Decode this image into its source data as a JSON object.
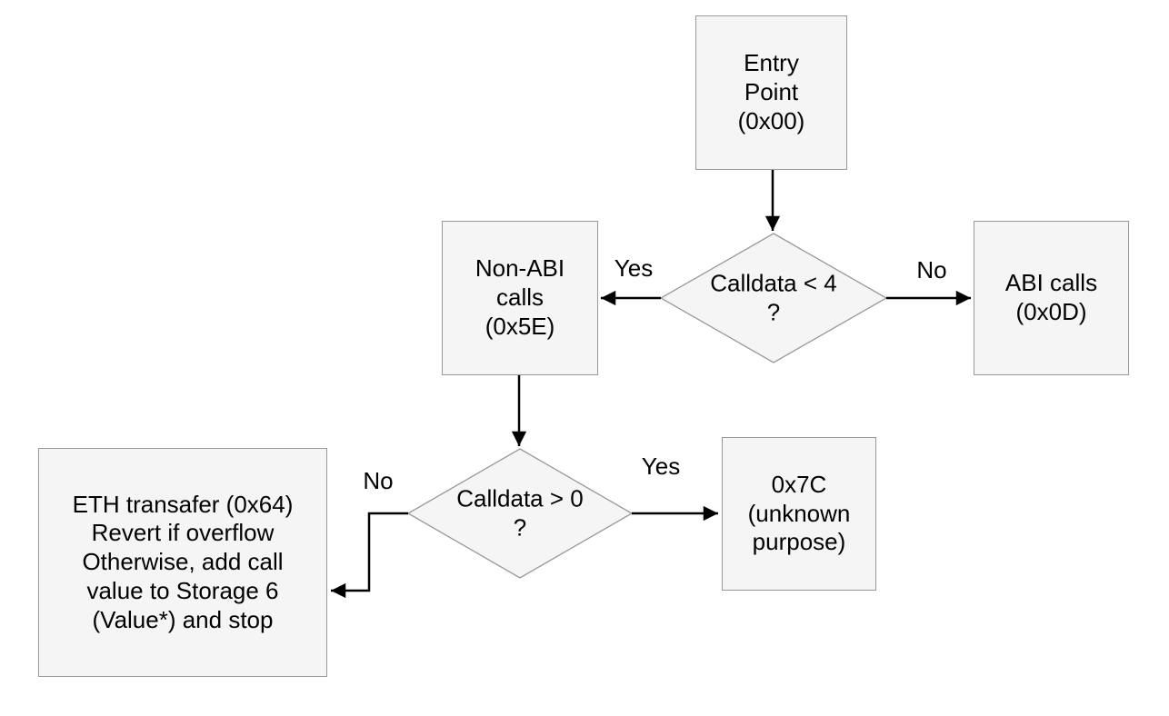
{
  "colors": {
    "background": "#ffffff",
    "node-fill": "#f5f5f5",
    "node-border": "#999999",
    "arrow": "#000000",
    "text": "#000000"
  },
  "diagram": {
    "type": "flowchart",
    "nodes": {
      "entry_point": {
        "shape": "rect",
        "label": "Entry\nPoint\n(0x00)"
      },
      "decision_calldata_lt_4": {
        "shape": "diamond",
        "label": "Calldata < 4\n?"
      },
      "non_abi_calls": {
        "shape": "rect",
        "label": "Non-ABI\ncalls\n(0x5E)"
      },
      "abi_calls": {
        "shape": "rect",
        "label": "ABI calls\n(0x0D)"
      },
      "decision_calldata_gt_0": {
        "shape": "diamond",
        "label": "Calldata > 0\n?"
      },
      "unknown_purpose": {
        "shape": "rect",
        "label": "0x7C\n(unknown\npurpose)"
      },
      "eth_transfer": {
        "shape": "rect",
        "label": "ETH transafer (0x64)\nRevert if overflow\nOtherwise, add call\nvalue to Storage 6\n(Value*) and stop"
      }
    },
    "edge_labels": {
      "calldata_lt_4_yes": "Yes",
      "calldata_lt_4_no": "No",
      "calldata_gt_0_yes": "Yes",
      "calldata_gt_0_no": "No"
    }
  }
}
